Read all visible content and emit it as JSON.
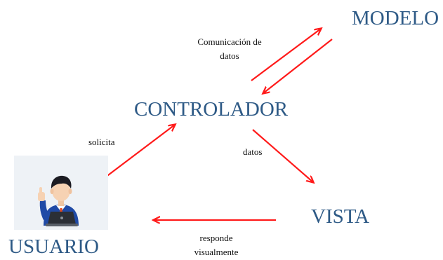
{
  "nodes": {
    "modelo": "MODELO",
    "controlador": "CONTROLADOR",
    "vista": "VISTA",
    "usuario": "USUARIO"
  },
  "edges": {
    "comunicacion": [
      "Comunicación de",
      "datos"
    ],
    "solicita": "solicita",
    "datos": "datos",
    "responde": [
      "responde",
      "visualmente"
    ]
  },
  "colors": {
    "node_text": "#2e5a86",
    "arrow": "#ff1a1a",
    "label_text": "#111111"
  },
  "icons": {
    "user": "user-at-laptop-icon"
  }
}
